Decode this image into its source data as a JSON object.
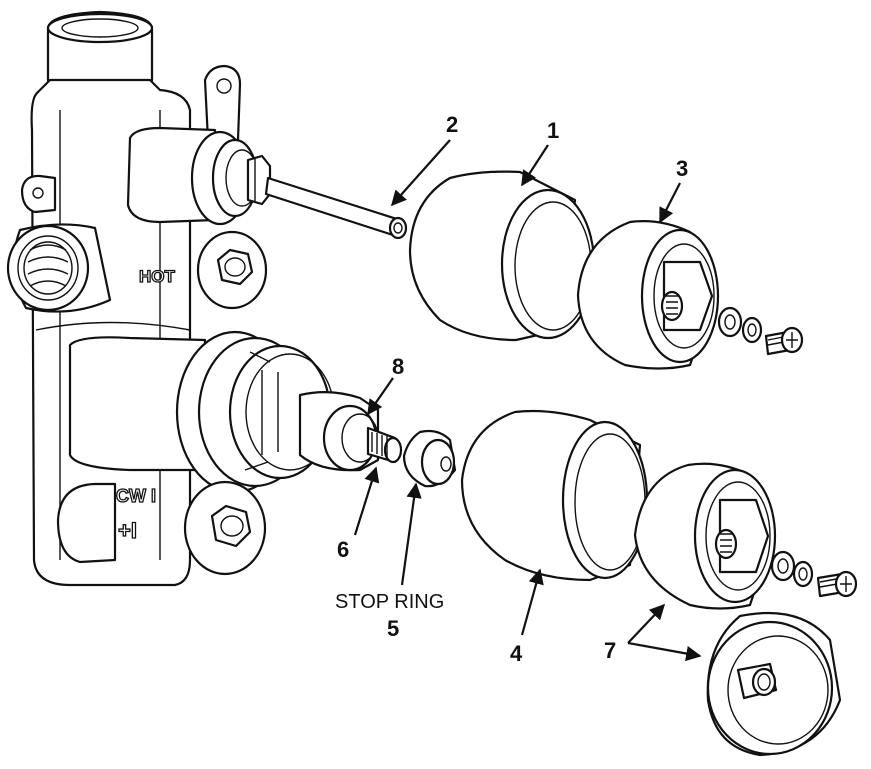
{
  "body_markings": {
    "hot": "HOT",
    "cold": "CW I",
    "cold_symbol": "+I"
  },
  "callouts": {
    "c1": "1",
    "c2": "2",
    "c3": "3",
    "c4": "4",
    "c5": "5",
    "c6": "6",
    "c7": "7",
    "c8": "8"
  },
  "stop_ring_label": "STOP RING"
}
